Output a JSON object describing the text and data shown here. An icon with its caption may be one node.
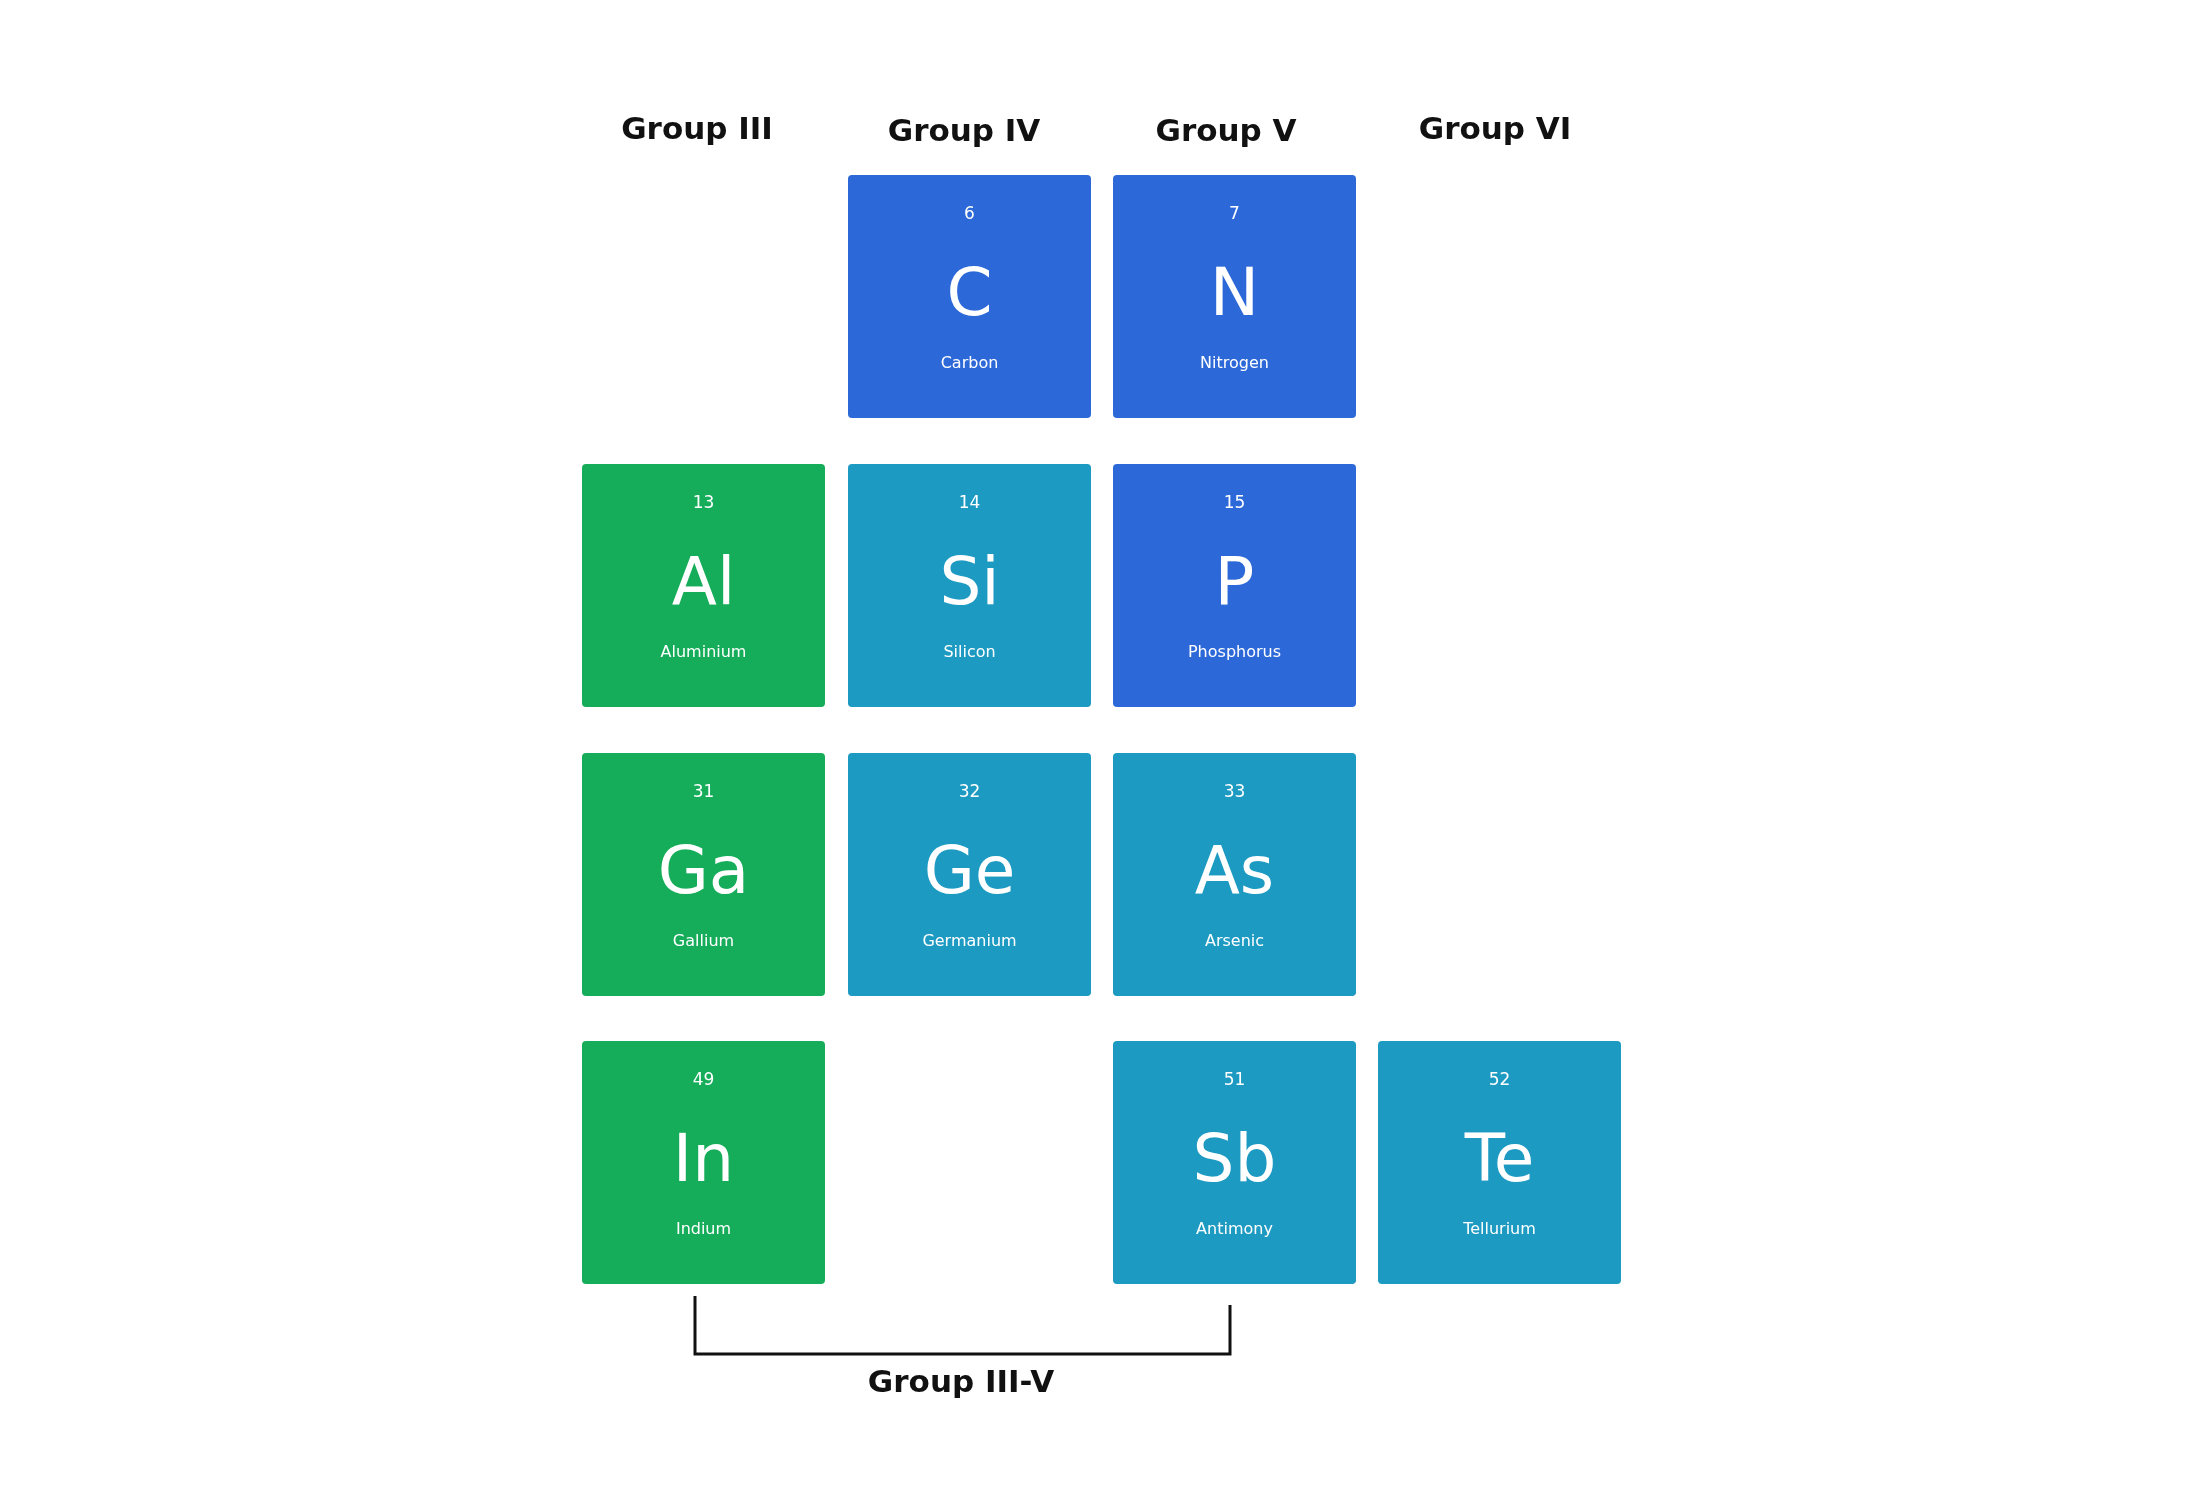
{
  "diagram": {
    "nodes": [
      {
        "text": [
          "6",
          "C",
          "Carbon"
        ]
      },
      {
        "text": [
          "7",
          "N",
          "Nitrogen"
        ]
      },
      {
        "text": [
          "13",
          "Al",
          "Aluminium"
        ]
      },
      {
        "text": [
          "14",
          "Si",
          "Silicon"
        ]
      },
      {
        "text": [
          "15",
          "P",
          "Phosphorus"
        ]
      },
      {
        "text": [
          "31",
          "Ga",
          "Gallium"
        ]
      },
      {
        "text": [
          "32",
          "Ge",
          "Germanium"
        ]
      },
      {
        "text": [
          "33",
          "As",
          "Arsenic"
        ]
      },
      {
        "text": [
          "49",
          "In",
          "Indium"
        ]
      },
      {
        "text": [
          "51",
          "Sb",
          "Antimony"
        ]
      },
      {
        "text": [
          "52",
          "Te",
          "Tellurium"
        ]
      }
    ],
    "edges": [],
    "labels": [
      "Group III",
      "Group IV",
      "Group V",
      "Group VI",
      "Group III-V"
    ]
  }
}
